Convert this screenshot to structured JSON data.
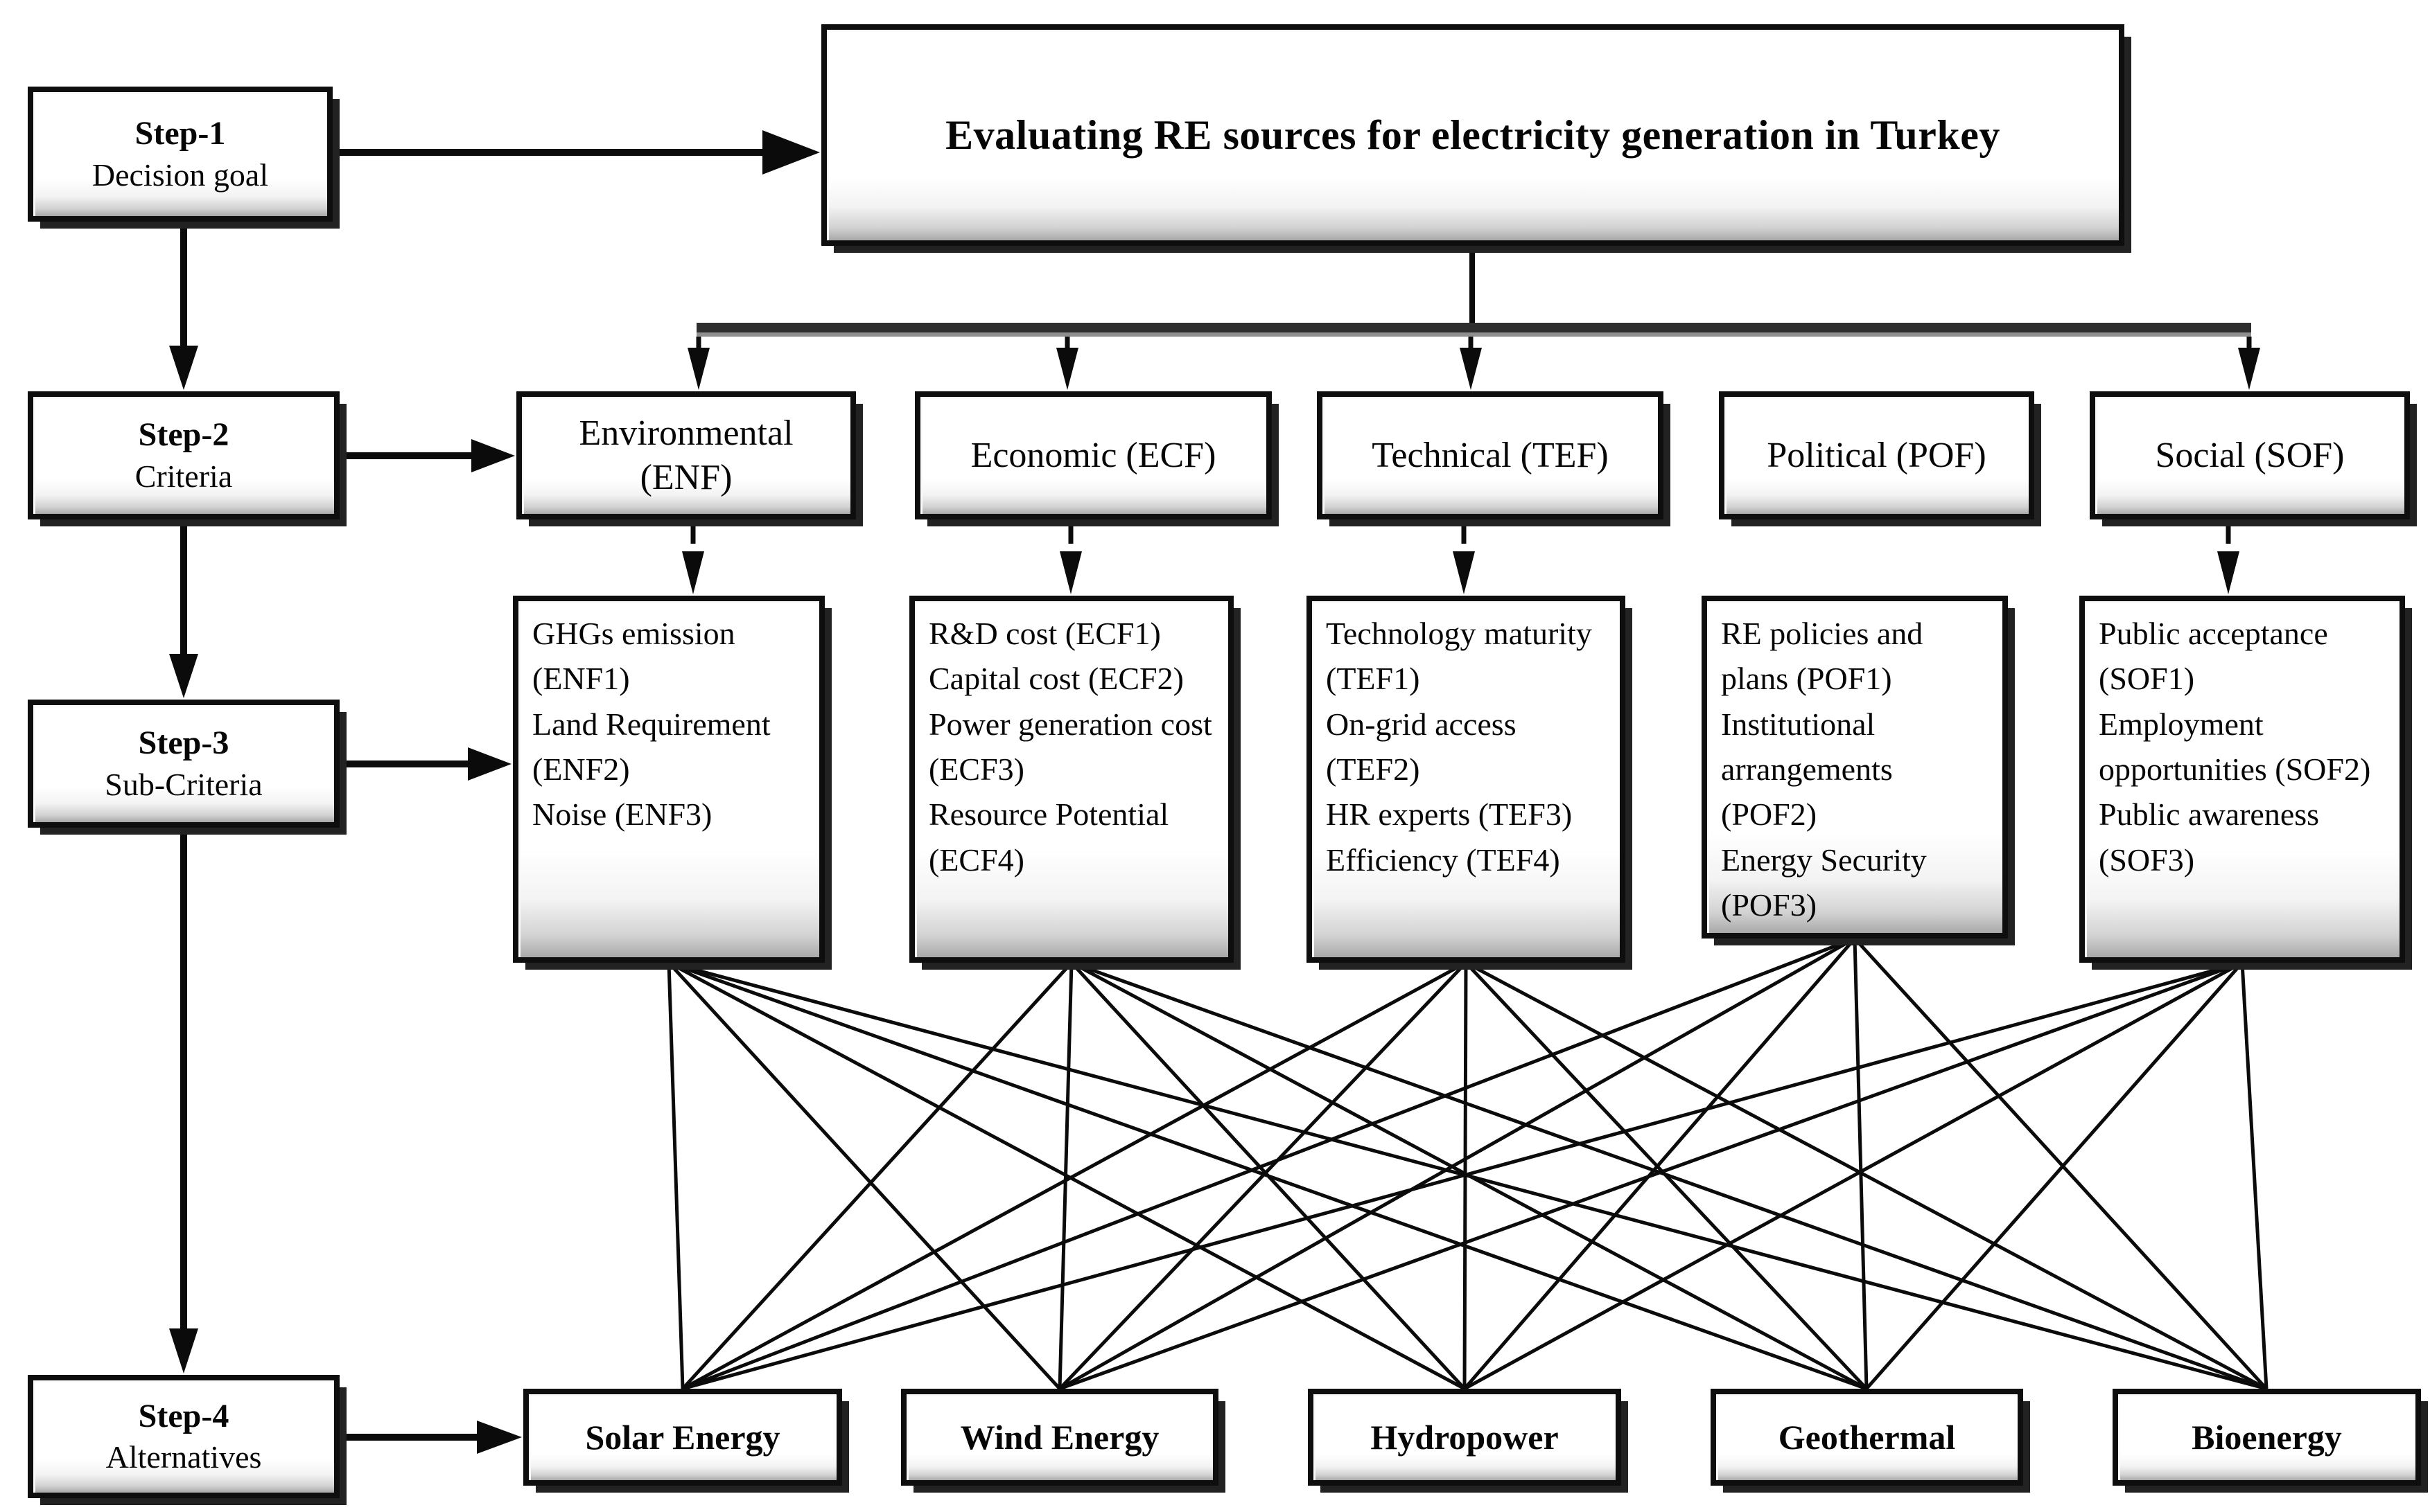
{
  "figure": {
    "title": "Evaluating RE sources for electricity generation in Turkey",
    "steps": [
      {
        "label": "Step-1",
        "caption": "Decision goal"
      },
      {
        "label": "Step-2",
        "caption": "Criteria"
      },
      {
        "label": "Step-3",
        "caption": "Sub-Criteria"
      },
      {
        "label": "Step-4",
        "caption": "Alternatives"
      }
    ],
    "criteria": [
      {
        "label": "Environmental (ENF)"
      },
      {
        "label": "Economic (ECF)"
      },
      {
        "label": "Technical (TEF)"
      },
      {
        "label": "Political (POF)"
      },
      {
        "label": "Social (SOF)"
      }
    ],
    "subcriteria": [
      {
        "group": "ENF",
        "items": [
          "GHGs emission (ENF1)",
          "Land Requirement (ENF2)",
          "Noise (ENF3)"
        ]
      },
      {
        "group": "ECF",
        "items": [
          "R&D cost (ECF1)",
          "Capital cost (ECF2)",
          "Power generation cost (ECF3)",
          "Resource Potential (ECF4)"
        ]
      },
      {
        "group": "TEF",
        "items": [
          "Technology maturity (TEF1)",
          "On-grid access (TEF2)",
          "HR experts (TEF3)",
          "Efficiency (TEF4)"
        ]
      },
      {
        "group": "POF",
        "items": [
          "RE policies and plans (POF1)",
          "Institutional arrangements (POF2)",
          "Energy Security (POF3)"
        ]
      },
      {
        "group": "SOF",
        "items": [
          "Public acceptance (SOF1)",
          "Employment opportunities (SOF2)",
          "Public awareness (SOF3)"
        ]
      }
    ],
    "alternatives": [
      {
        "label": "Solar Energy"
      },
      {
        "label": "Wind Energy"
      },
      {
        "label": "Hydropower"
      },
      {
        "label": "Geothermal"
      },
      {
        "label": "Bioenergy"
      }
    ],
    "line_color": "#0b0b0b",
    "box_border_color": "#0e0e0e",
    "background_color": "#ffffff"
  }
}
